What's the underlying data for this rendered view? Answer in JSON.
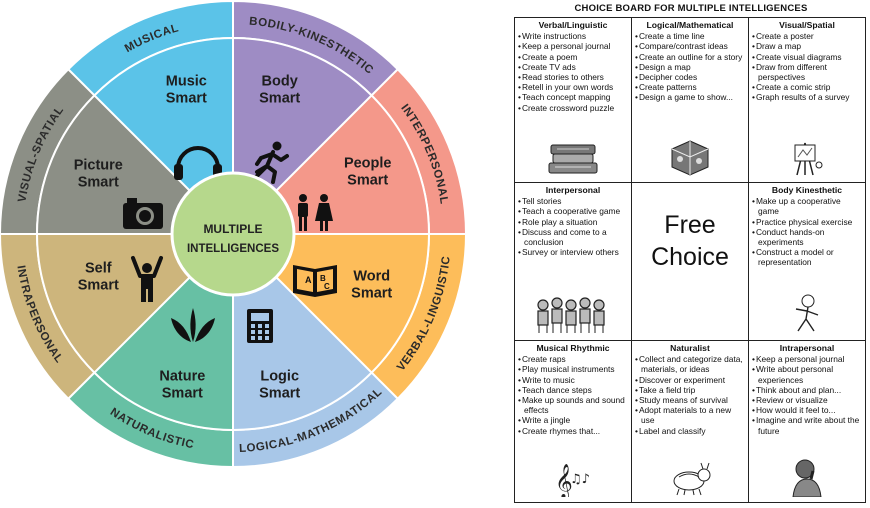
{
  "wheel": {
    "center_line1": "MULTIPLE",
    "center_line2": "INTELLIGENCES",
    "sectors": [
      {
        "line1": "Music",
        "line2": "Smart",
        "ring": "MUSICAL",
        "icon": "headphones-icon",
        "color": "#5bc3e8",
        "ring_color": "#5bc3e8"
      },
      {
        "line1": "Body",
        "line2": "Smart",
        "ring": "BODILY-KINESTHETIC",
        "icon": "runner-icon",
        "color": "#9e8cc4",
        "ring_color": "#9e8cc4"
      },
      {
        "line1": "People",
        "line2": "Smart",
        "ring": "INTERPERSONAL",
        "icon": "people-icon",
        "color": "#f4988a",
        "ring_color": "#f4988a"
      },
      {
        "line1": "Word",
        "line2": "Smart",
        "ring": "VERBAL-LINGUISTIC",
        "icon": "book-icon",
        "color": "#fdbd5a",
        "ring_color": "#fdbd5a"
      },
      {
        "line1": "Logic",
        "line2": "Smart",
        "ring": "LOGICAL-MATHEMATICAL",
        "icon": "calculator-icon",
        "color": "#a8c7e8",
        "ring_color": "#a8c7e8"
      },
      {
        "line1": "Nature",
        "line2": "Smart",
        "ring": "NATURALISTIC",
        "icon": "plant-icon",
        "color": "#67c0a4",
        "ring_color": "#67c0a4"
      },
      {
        "line1": "Self",
        "line2": "Smart",
        "ring": "INTRAPERSONAL",
        "icon": "person-arms-up-icon",
        "color": "#cdb57c",
        "ring_color": "#cdb57c"
      },
      {
        "line1": "Picture",
        "line2": "Smart",
        "ring": "VISUAL-SPATIAL",
        "icon": "camera-icon",
        "color": "#8c8f86",
        "ring_color": "#8c8f86"
      }
    ],
    "center_color": "#b6d88c",
    "outline_color": "#ffffff"
  },
  "board": {
    "title": "CHOICE BOARD FOR MULTIPLE INTELLIGENCES",
    "cells": [
      {
        "heading": "Verbal/Linguistic",
        "items": [
          "Write instructions",
          "Keep a personal journal",
          "Create a poem",
          "Create TV ads",
          "Read stories to others",
          "Retell in your own words",
          "Teach concept mapping",
          "Create crossword puzzle"
        ],
        "icon": "books-stack-icon"
      },
      {
        "heading": "Logical/Mathematical",
        "items": [
          "Create a time line",
          "Compare/contrast ideas",
          "Create an outline for a story",
          "Design a map",
          "Decipher codes",
          "Create patterns",
          "Design a game to show..."
        ],
        "icon": "puzzle-cube-icon"
      },
      {
        "heading": "Visual/Spatial",
        "items": [
          "Create a poster",
          "Draw a map",
          "Create visual diagrams",
          "Draw from different perspectives",
          "Create a comic strip",
          "Graph results of a survey"
        ],
        "icon": "easel-icon"
      },
      {
        "heading": "Interpersonal",
        "items": [
          "Tell stories",
          "Teach a cooperative game",
          "Role play a situation",
          "Discuss and come to a conclusion",
          "Survey or interview others"
        ],
        "icon": "kids-group-icon"
      },
      {
        "heading": "",
        "items": [],
        "free_line1": "Free",
        "free_line2": "Choice"
      },
      {
        "heading": "Body Kinesthetic",
        "items": [
          "Make up a cooperative game",
          "Practice physical exercise",
          "Conduct hands-on experiments",
          "Construct a model or representation"
        ],
        "icon": "stick-figure-icon"
      },
      {
        "heading": "Musical Rhythmic",
        "items": [
          "Create raps",
          "Play musical instruments",
          "Write to music",
          "Teach dance steps",
          "Make up sounds and sound effects",
          "Write a jingle",
          "Create rhymes that..."
        ],
        "icon": "music-notes-icon"
      },
      {
        "heading": "Naturalist",
        "items": [
          "Collect and categorize data, materials, or ideas",
          "Discover or experiment",
          "Take a field trip",
          "Study means of survival",
          "Adopt materials to a new use",
          "Label and classify"
        ],
        "icon": "bug-icon"
      },
      {
        "heading": "Intrapersonal",
        "items": [
          "Keep a personal journal",
          "Write about personal experiences",
          "Think about and plan...",
          "Review or visualize",
          "How would it feel to...",
          "Imagine and write about the future"
        ],
        "icon": "thinker-icon"
      }
    ]
  }
}
